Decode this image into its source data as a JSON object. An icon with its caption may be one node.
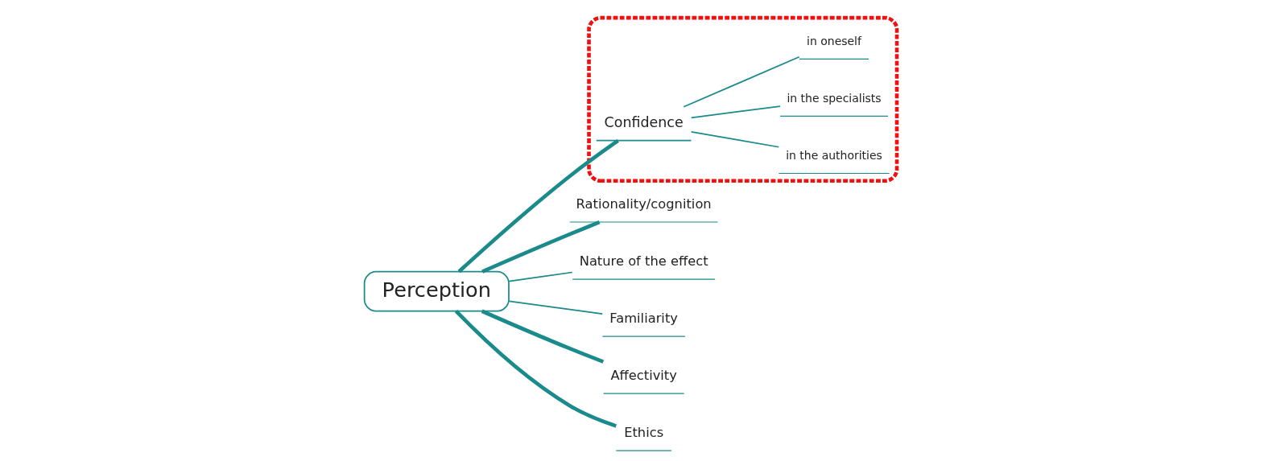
{
  "diagram": {
    "nodes": [
      {
        "text": [],
        "shape": "box"
      },
      {
        "text": [
          "Perception"
        ]
      },
      {
        "text": [
          "Confidence"
        ],
        "in": 0
      },
      {
        "text": [
          "in the authorities"
        ],
        "in": 0
      },
      {
        "text": [
          "in the specialists"
        ],
        "in": 0
      },
      {
        "text": [
          "in oneself"
        ],
        "in": 0
      },
      {
        "text": [
          "Rationality/cognition"
        ]
      },
      {
        "text": [
          "Nature of the effect"
        ]
      },
      {
        "text": [
          "Familiarity"
        ]
      },
      {
        "text": [
          "Affectivity"
        ]
      },
      {
        "text": [
          "Ethics"
        ]
      }
    ],
    "edges": [
      {
        "from": 1,
        "to": 2,
        "arrow": "none",
        "style": "thick"
      },
      {
        "from": 2,
        "to": 3,
        "arrow": "none"
      },
      {
        "from": 2,
        "to": 4,
        "arrow": "none"
      },
      {
        "from": 2,
        "to": 5,
        "arrow": "none"
      },
      {
        "from": 1,
        "to": 6,
        "arrow": "none",
        "style": "thick"
      },
      {
        "from": 1,
        "to": 7,
        "arrow": "none"
      },
      {
        "from": 1,
        "to": 8,
        "arrow": "none"
      },
      {
        "from": 1,
        "to": 9,
        "arrow": "none",
        "style": "thick"
      },
      {
        "from": 1,
        "to": 10,
        "arrow": "none",
        "style": "thick"
      }
    ]
  }
}
